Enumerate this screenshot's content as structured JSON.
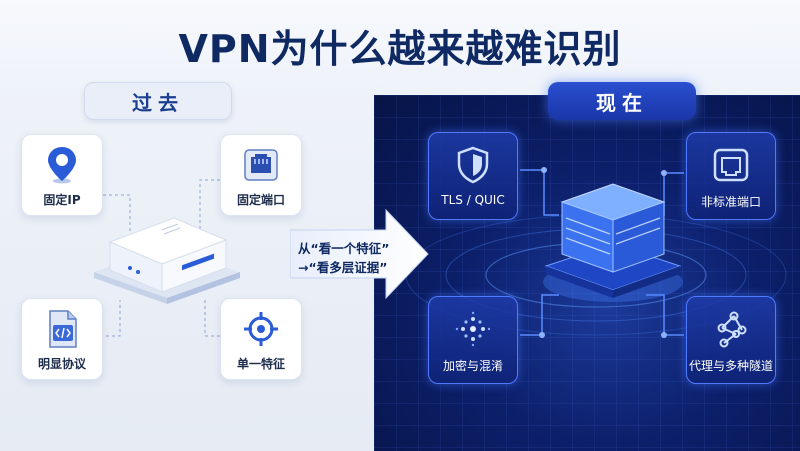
{
  "title": "VPN为什么越来越难识别",
  "past": {
    "label": "过去",
    "items": [
      {
        "label": "固定IP",
        "icon": "location-pin-icon"
      },
      {
        "label": "固定端口",
        "icon": "ethernet-port-icon"
      },
      {
        "label": "明显协议",
        "icon": "code-document-icon"
      },
      {
        "label": "单一特征",
        "icon": "crosshair-target-icon"
      }
    ],
    "device_icon": "router-box-icon"
  },
  "arrow": {
    "line1": "从“看一个特征”",
    "line2": "→“看多层证据”"
  },
  "now": {
    "label": "现在",
    "items": [
      {
        "label": "TLS / QUIC",
        "icon": "shield-icon"
      },
      {
        "label": "非标准端口",
        "icon": "network-port-icon"
      },
      {
        "label": "加密与混淆",
        "icon": "encryption-dots-icon"
      },
      {
        "label": "代理与多种隧道",
        "icon": "network-nodes-icon"
      }
    ],
    "core_icon": "glowing-cube-icon"
  },
  "colors": {
    "title": "#0f2a63",
    "accent_blue": "#2a5cff",
    "dark_bg": "#0c1f6a"
  }
}
